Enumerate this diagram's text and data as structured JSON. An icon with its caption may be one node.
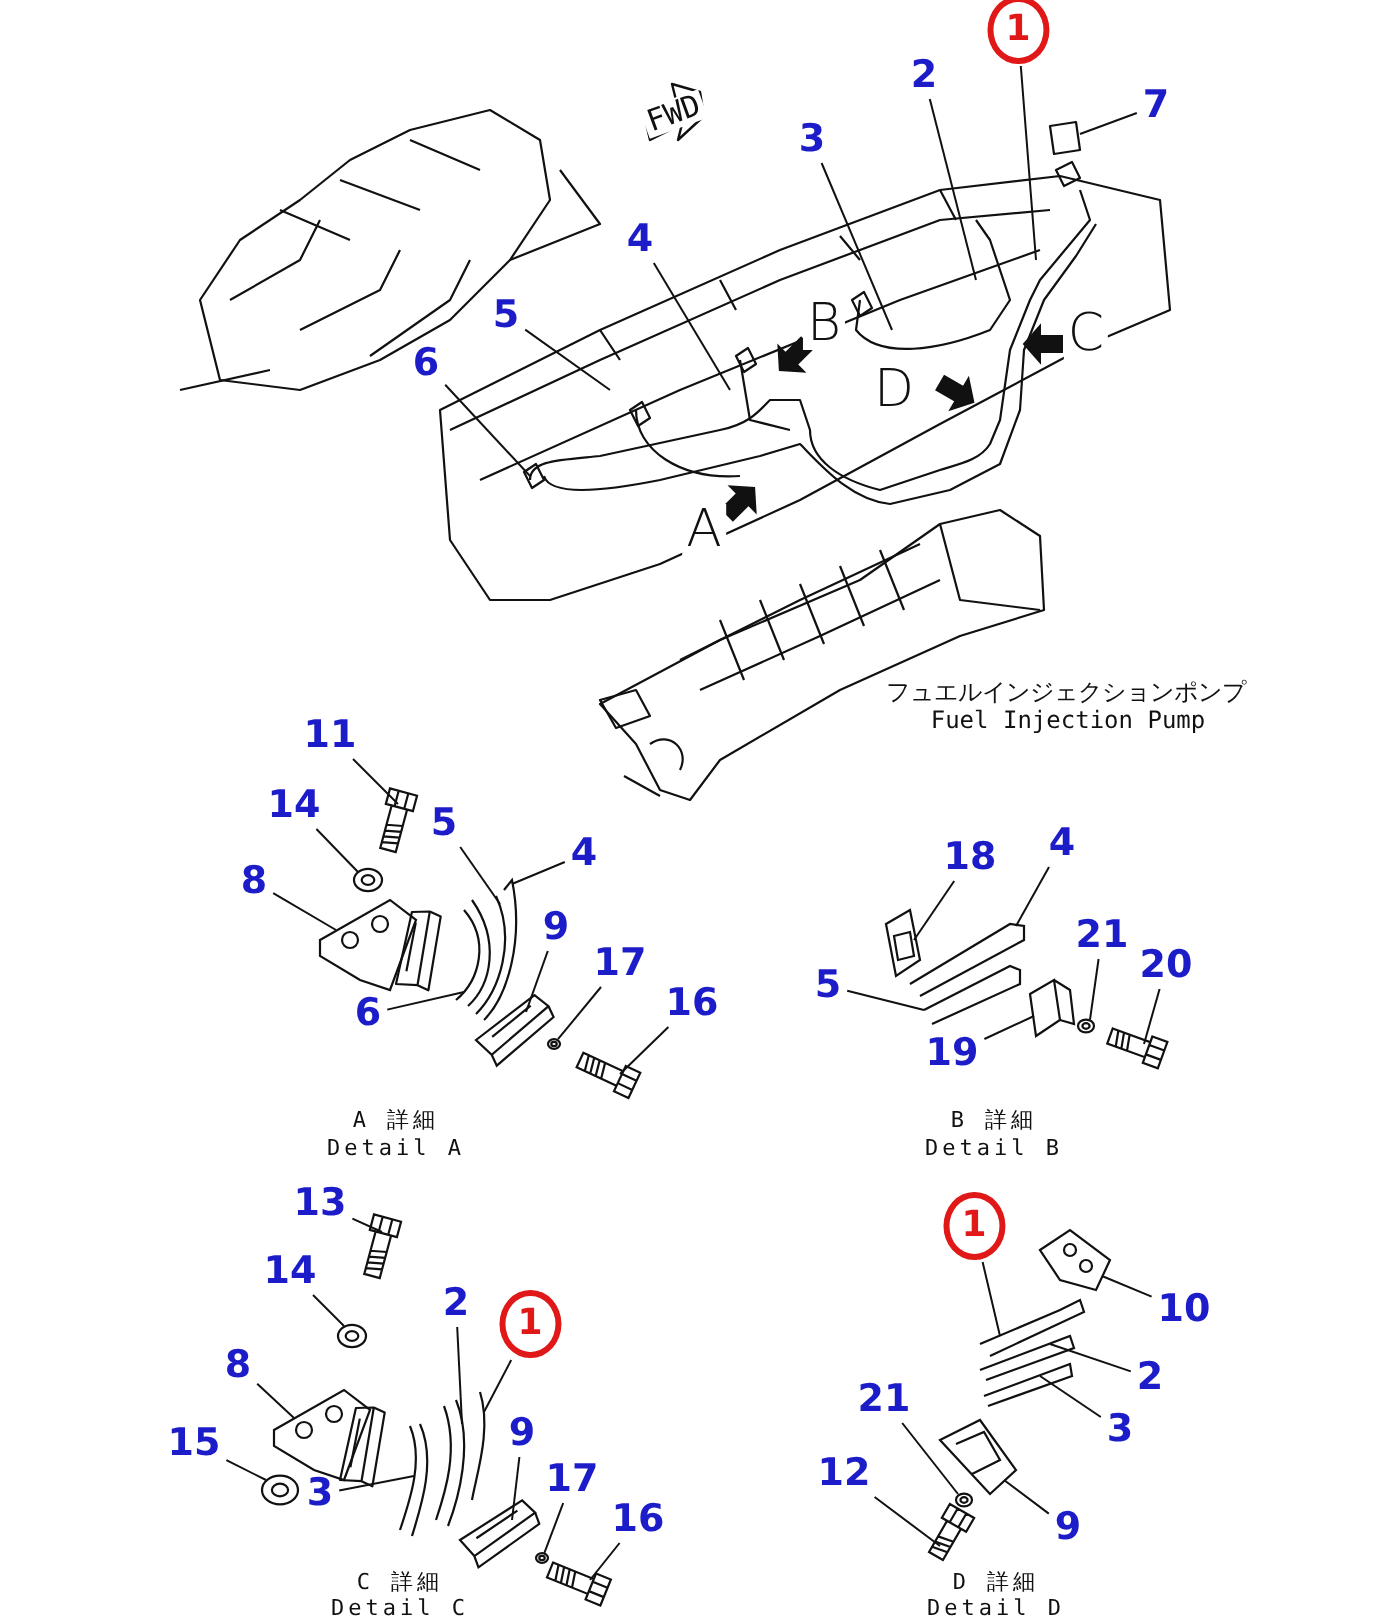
{
  "diagram": {
    "nodes": [
      {
        "text": [
          "1"
        ]
      },
      {
        "text": [
          "2"
        ]
      },
      {
        "text": [
          "3"
        ]
      },
      {
        "text": [
          "4"
        ]
      },
      {
        "text": [
          "5"
        ]
      },
      {
        "text": [
          "6"
        ]
      },
      {
        "text": [
          "7"
        ]
      },
      {
        "text": [
          "11"
        ]
      },
      {
        "text": [
          "14"
        ]
      },
      {
        "text": [
          "8"
        ]
      },
      {
        "text": [
          "5"
        ]
      },
      {
        "text": [
          "4"
        ]
      },
      {
        "text": [
          "9"
        ]
      },
      {
        "text": [
          "17"
        ]
      },
      {
        "text": [
          "16"
        ]
      },
      {
        "text": [
          "6"
        ]
      },
      {
        "text": [
          "18"
        ]
      },
      {
        "text": [
          "4"
        ]
      },
      {
        "text": [
          "5"
        ]
      },
      {
        "text": [
          "19"
        ]
      },
      {
        "text": [
          "21"
        ]
      },
      {
        "text": [
          "20"
        ]
      },
      {
        "text": [
          "13"
        ]
      },
      {
        "text": [
          "14"
        ]
      },
      {
        "text": [
          "8"
        ]
      },
      {
        "text": [
          "15"
        ]
      },
      {
        "text": [
          "3"
        ]
      },
      {
        "text": [
          "2"
        ]
      },
      {
        "text": [
          "1"
        ]
      },
      {
        "text": [
          "9"
        ]
      },
      {
        "text": [
          "17"
        ]
      },
      {
        "text": [
          "16"
        ]
      },
      {
        "text": [
          "1"
        ]
      },
      {
        "text": [
          "10"
        ]
      },
      {
        "text": [
          "2"
        ]
      },
      {
        "text": [
          "3"
        ]
      },
      {
        "text": [
          "21"
        ]
      },
      {
        "text": [
          "12"
        ]
      },
      {
        "text": [
          "9"
        ]
      },
      {
        "text": [],
        "shape": "picture"
      },
      {
        "text": [],
        "shape": "picture"
      },
      {
        "text": [],
        "shape": "picture"
      },
      {
        "text": [],
        "shape": "picture"
      },
      {
        "text": [],
        "shape": "picture"
      },
      {
        "text": [],
        "shape": "picture"
      },
      {
        "text": [],
        "shape": "picture"
      },
      {
        "text": [],
        "shape": "picture"
      },
      {
        "text": [],
        "shape": "picture"
      },
      {
        "text": [],
        "shape": "picture"
      },
      {
        "text": [],
        "shape": "picture"
      },
      {
        "text": [],
        "shape": "picture"
      },
      {
        "text": [],
        "shape": "picture"
      },
      {
        "text": [],
        "shape": "picture"
      },
      {
        "text": [],
        "shape": "picture"
      },
      {
        "text": [],
        "shape": "picture"
      },
      {
        "text": [],
        "shape": "picture"
      },
      {
        "text": [],
        "shape": "picture"
      },
      {
        "text": [],
        "shape": "picture"
      },
      {
        "text": [],
        "shape": "picture"
      },
      {
        "text": [],
        "shape": "picture"
      },
      {
        "text": [],
        "shape": "picture"
      },
      {
        "text": [],
        "shape": "picture"
      },
      {
        "text": [],
        "shape": "picture"
      },
      {
        "text": [],
        "shape": "picture"
      },
      {
        "text": [],
        "shape": "picture"
      },
      {
        "text": [],
        "shape": "picture"
      },
      {
        "text": [],
        "shape": "picture"
      },
      {
        "text": [],
        "shape": "picture"
      },
      {
        "text": [],
        "shape": "picture"
      },
      {
        "text": [],
        "shape": "picture"
      },
      {
        "text": [],
        "shape": "picture"
      }
    ],
    "edges": [
      {
        "from": 0,
        "to": null,
        "arrow": "none"
      },
      {
        "from": 1,
        "to": null,
        "arrow": "none"
      },
      {
        "from": 2,
        "to": null,
        "arrow": "none"
      },
      {
        "from": 3,
        "to": null,
        "arrow": "none"
      },
      {
        "from": 4,
        "to": null,
        "arrow": "none"
      },
      {
        "from": 5,
        "to": null,
        "arrow": "none"
      },
      {
        "from": 6,
        "to": null,
        "arrow": "none"
      },
      {
        "from": 7,
        "to": 39,
        "arrow": "none"
      },
      {
        "from": 8,
        "to": 44,
        "arrow": "none"
      },
      {
        "from": 9,
        "to": 45,
        "arrow": "none"
      },
      {
        "from": 10,
        "to": 46,
        "arrow": "none"
      },
      {
        "from": 11,
        "to": 40,
        "arrow": "none"
      },
      {
        "from": 12,
        "to": 47,
        "arrow": "none"
      },
      {
        "from": 13,
        "to": 48,
        "arrow": "none"
      },
      {
        "from": 14,
        "to": 49,
        "arrow": "none"
      },
      {
        "from": 15,
        "to": 50,
        "arrow": "none"
      },
      {
        "from": 16,
        "to": 51,
        "arrow": "none"
      },
      {
        "from": 17,
        "to": 52,
        "arrow": "none"
      },
      {
        "from": 18,
        "to": 41,
        "arrow": "none"
      },
      {
        "from": 19,
        "to": 53,
        "arrow": "none"
      },
      {
        "from": 20,
        "to": 54,
        "arrow": "none"
      },
      {
        "from": 21,
        "to": 55,
        "arrow": "none"
      },
      {
        "from": 22,
        "to": 56,
        "arrow": "none"
      },
      {
        "from": 23,
        "to": 57,
        "arrow": "none"
      },
      {
        "from": 24,
        "to": 58,
        "arrow": "none"
      },
      {
        "from": 25,
        "to": 42,
        "arrow": "none"
      },
      {
        "from": 26,
        "to": 59,
        "arrow": "none"
      },
      {
        "from": 27,
        "to": 60,
        "arrow": "none"
      },
      {
        "from": 28,
        "to": 43,
        "arrow": "none"
      },
      {
        "from": 29,
        "to": 61,
        "arrow": "none"
      },
      {
        "from": 30,
        "to": 62,
        "arrow": "none"
      },
      {
        "from": 31,
        "to": 63,
        "arrow": "none"
      },
      {
        "from": 32,
        "to": 64,
        "arrow": "none"
      },
      {
        "from": 33,
        "to": 65,
        "arrow": "none"
      },
      {
        "from": 34,
        "to": 66,
        "arrow": "none"
      },
      {
        "from": 35,
        "to": 67,
        "arrow": "none"
      },
      {
        "from": 36,
        "to": 68,
        "arrow": "none"
      },
      {
        "from": 37,
        "to": 69,
        "arrow": "none"
      },
      {
        "from": 38,
        "to": 70,
        "arrow": "none"
      }
    ],
    "labels": [
      "FWD",
      "B",
      "C",
      "D",
      "A",
      "フュエルインジェクションポンプ",
      "Fuel Injection Pump",
      "A 詳細",
      "Detail A",
      "B 詳細",
      "Detail B",
      "C 詳細",
      "Detail C",
      "D 詳細",
      "Detail D"
    ]
  }
}
